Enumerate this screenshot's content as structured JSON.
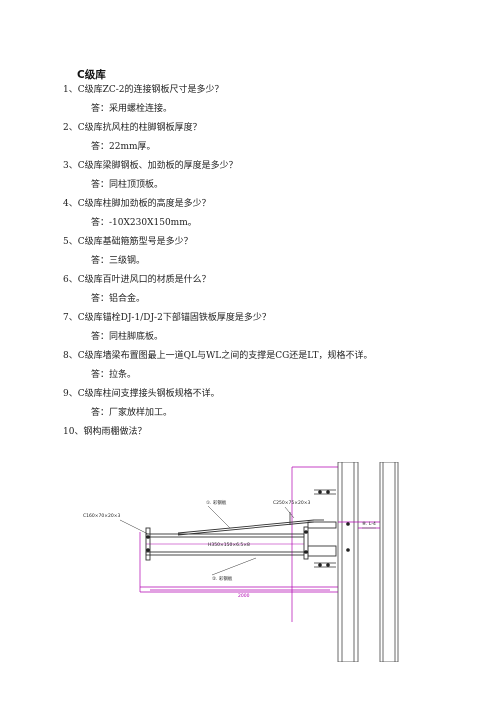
{
  "title": "C级库",
  "qa": [
    {
      "q": "1、C级库ZC-2的连接钢板尺寸是多少？",
      "a": "答：采用螺栓连接。"
    },
    {
      "q": "2、C级库抗风柱的柱脚钢板厚度？",
      "a": "答：22mm厚。"
    },
    {
      "q": "3、C级库梁脚钢板、加劲板的厚度是多少？",
      "a": "答：同柱顶顶板。"
    },
    {
      "q": "4、C级库柱脚加劲板的高度是多少？",
      "a": "答：-10X230X150mm。"
    },
    {
      "q": "5、C级库基础箍筋型号是多少？",
      "a": "答：三级钢。"
    },
    {
      "q": "6、C级库百叶进风口的材质是什么？",
      "a": "答：铝合金。"
    },
    {
      "q": "7、C级库锚栓DJ-1/DJ-2下部锚固铁板厚度是多少？",
      "a": "答：同柱脚底板。"
    },
    {
      "q": "8、C级库墙梁布置图最上一道QL与WL之间的支撑是CG还是LT，规格不详。",
      "a": "答：拉条。"
    },
    {
      "q": "9、C级库柱间支撑接头钢板规格不详。",
      "a": "答：厂家放样加工。"
    }
  ],
  "q10": "10、钢构雨棚做法？",
  "drawing": {
    "label_c160": "C160×70×20×3",
    "label_roof": "①. 彩钢板",
    "label_c250": "C250×75×20×3",
    "label_h": "H350×150×6.5×8",
    "label_bottom": "②. 彩钢板",
    "label_right": "⑧. L-4",
    "label_dim": "2000"
  },
  "colors": {
    "drawing_line": "#b000b0",
    "beam": "#333333"
  }
}
